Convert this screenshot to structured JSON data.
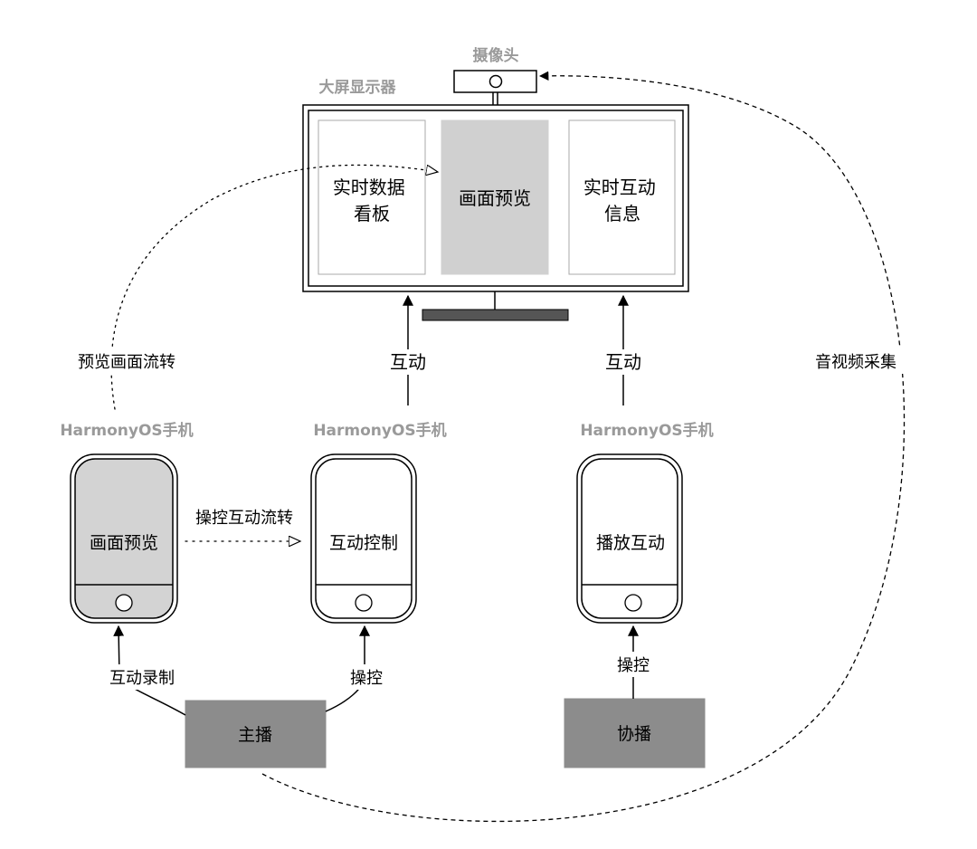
{
  "camera": {
    "title": "摄像头"
  },
  "display": {
    "title": "大屏显示器",
    "panels": [
      {
        "lines": [
          "实时数据",
          "看板"
        ]
      },
      {
        "lines": [
          "画面预览"
        ]
      },
      {
        "lines": [
          "实时互动",
          "信息"
        ]
      }
    ]
  },
  "phones": [
    {
      "title": "HarmonyOS手机",
      "screen": "画面预览"
    },
    {
      "title": "HarmonyOS手机",
      "screen": "互动控制"
    },
    {
      "title": "HarmonyOS手机",
      "screen": "播放互动"
    }
  ],
  "edges": {
    "preview_flow": "预览画面流转",
    "interact_1": "互动",
    "interact_2": "互动",
    "av_capture": "音视频采集",
    "control_flow": "操控互动流转",
    "record": "互动录制",
    "control_1": "操控",
    "control_2": "操控"
  },
  "actors": {
    "host": "主播",
    "cohost": "协播"
  },
  "colors": {
    "panel_fill": "#d0d0d0",
    "phone_fill": "#d3d3d3",
    "actor_fill": "#8c8c8c",
    "stand_fill": "#555555",
    "title_gray": "#9a9a9a"
  }
}
